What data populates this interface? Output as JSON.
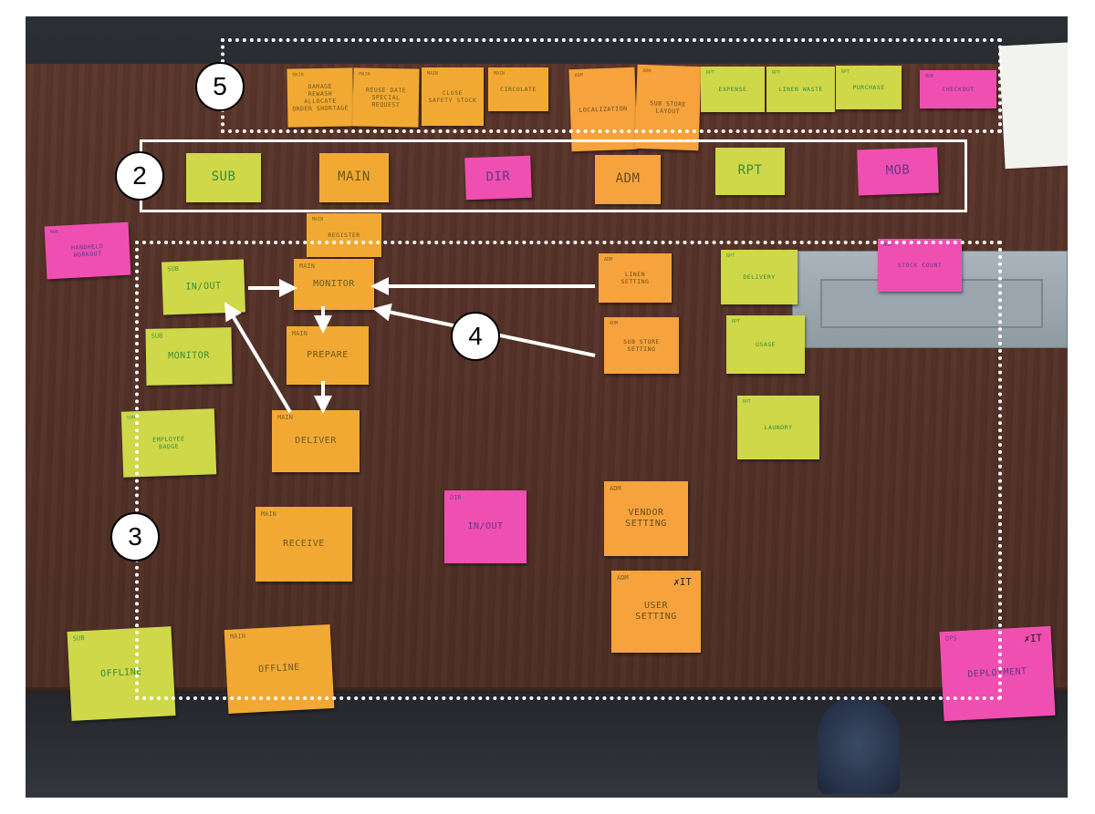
{
  "callouts": {
    "c5": "5",
    "c2": "2",
    "c4": "4",
    "c3": "3"
  },
  "row5": {
    "n1": {
      "tag": "MAIN",
      "text": "DAMAGE\nREWASH\nALLOCATE\nORDER SHORTAGE"
    },
    "n2": {
      "tag": "MAIN",
      "text": "REUSE DATE\nSPECIAL REQUEST"
    },
    "n3": {
      "tag": "MAIN",
      "text": "CLOSE\nSAFETY STOCK"
    },
    "n4": {
      "tag": "MAIN",
      "text": "CIRCULATE"
    },
    "n5": {
      "tag": "ADM",
      "text": "LOCALIZATION"
    },
    "n6": {
      "tag": "ADM",
      "text": "SUB STORE\nLAYOUT"
    },
    "n7": {
      "tag": "RPT",
      "text": "EXPENSE"
    },
    "n8": {
      "tag": "RPT",
      "text": "LINEN WASTE"
    },
    "n9": {
      "tag": "RPT",
      "text": "PURCHASE"
    },
    "n10": {
      "tag": "MOB",
      "text": "CHECKOUT"
    }
  },
  "row2": {
    "sub": "SUB",
    "main": "MAIN",
    "dir": "DIR",
    "adm": "ADM",
    "rpt": "RPT",
    "mob": "MOB"
  },
  "left": {
    "tag": "MOB",
    "text": "HANDHELD\nWORKOUT"
  },
  "grid": {
    "register": {
      "tag": "MAIN",
      "text": "REGISTER"
    },
    "sub_inout": {
      "tag": "SUB",
      "text": "IN/OUT"
    },
    "main_monitor": {
      "tag": "MAIN",
      "text": "MONITOR"
    },
    "sub_monitor": {
      "tag": "SUB",
      "text": "MONITOR"
    },
    "main_prepare": {
      "tag": "MAIN",
      "text": "PREPARE"
    },
    "sub_badge": {
      "tag": "SUB",
      "text": "EMPLOYEE\nBADGE"
    },
    "main_deliver": {
      "tag": "MAIN",
      "text": "DELIVER"
    },
    "main_receive": {
      "tag": "MAIN",
      "text": "RECEIVE"
    },
    "dir_inout": {
      "tag": "DIR",
      "text": "IN/OUT"
    },
    "adm_linen": {
      "tag": "ADM",
      "text": "LINEN\nSETTING"
    },
    "adm_substore": {
      "tag": "ADM",
      "text": "SUB STORE\nSETTING"
    },
    "adm_vendor": {
      "tag": "ADM",
      "text": "VENDOR\nSETTING"
    },
    "adm_user": {
      "tag": "ADM",
      "text": "USER\nSETTING",
      "mark": "✗IT"
    },
    "rpt_delivery": {
      "tag": "RPT",
      "text": "DELIVERY"
    },
    "rpt_usage": {
      "tag": "RPT",
      "text": "USAGE"
    },
    "rpt_laundry": {
      "tag": "RPT",
      "text": "LAUNDRY"
    },
    "mob_stock": {
      "tag": "MOB",
      "text": "STOCK COUNT"
    },
    "sub_offline": {
      "tag": "SUB",
      "text": "OFFLINE"
    },
    "main_offline": {
      "tag": "MAIN",
      "text": "OFFLINE"
    },
    "ops_deploy": {
      "tag": "OPS",
      "text": "DEPLOYMENT",
      "mark": "✗IT"
    }
  },
  "colors": {
    "yellow_green": "#cfd849",
    "orange": "#f2a934",
    "pink": "#f04fb2",
    "annotation": "#ffffff"
  }
}
